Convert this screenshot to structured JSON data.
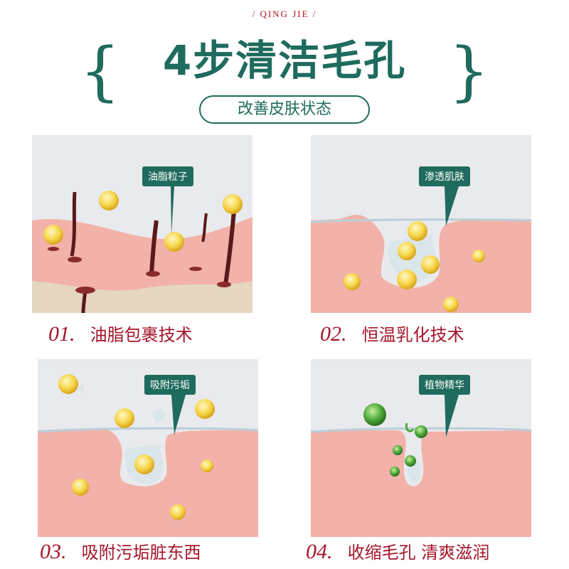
{
  "header": {
    "subtitle_en": "/ QING JIE /",
    "title": "4步清洁毛孔",
    "badge": "改善皮肤状态"
  },
  "steps": [
    {
      "number": "01.",
      "label": "油脂包裹技术",
      "tag": "油脂粒子"
    },
    {
      "number": "02.",
      "label": "恒温乳化技术",
      "tag": "渗透肌肤"
    },
    {
      "number": "03.",
      "label": "吸附污垢脏东西",
      "tag": "吸附污垢"
    },
    {
      "number": "04.",
      "label": "收缩毛孔  清爽滋润",
      "tag": "植物精华"
    }
  ],
  "colors": {
    "brand_green": "#1f6b5d",
    "accent_red": "#a5162a",
    "skin": "#f2b2a9",
    "particle": "#f6d64a",
    "essence": "#4ea83a"
  }
}
